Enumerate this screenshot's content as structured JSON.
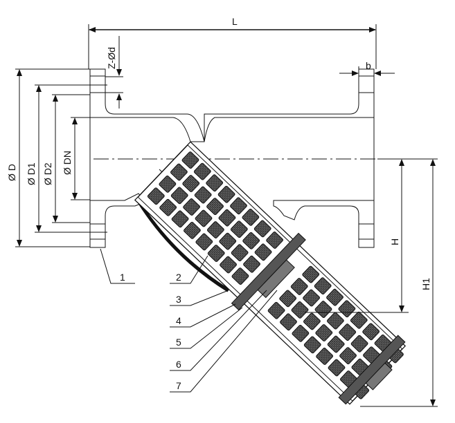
{
  "dimensions": {
    "L": "L",
    "Zd": "Z-Ød",
    "b": "b",
    "D": "Ø D",
    "D1": "Ø D1",
    "D2": "Ø D2",
    "DN": "Ø DN",
    "H": "H",
    "H1": "H1"
  },
  "parts": [
    "1",
    "2",
    "3",
    "4",
    "5",
    "6",
    "7"
  ]
}
